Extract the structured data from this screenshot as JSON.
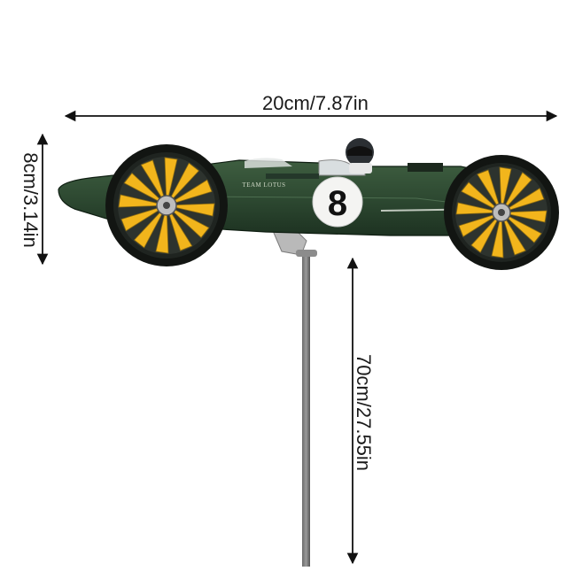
{
  "dimensions": {
    "width_label": "20cm/7.87in",
    "height_label": "8cm/3.14in",
    "pole_label": "70cm/27.55in"
  },
  "car": {
    "number": "8",
    "body_text": "TEAM LOTUS",
    "body_color": "#2f4a32",
    "wheel_blade_color": "#f2b51c",
    "tyre_color": "#121512"
  }
}
